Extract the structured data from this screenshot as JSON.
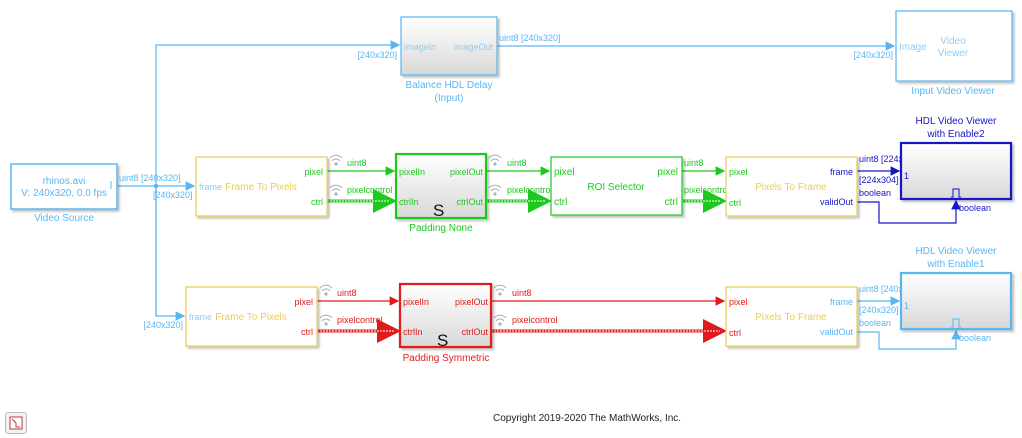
{
  "colors": {
    "blue": "#59b6f3",
    "green": "#1ec81e",
    "yellow": "#e9cc55",
    "red": "#e11b1b",
    "navy": "#1515c8"
  },
  "video_source": {
    "line1": "rhinos.avi",
    "line2": "V: 240x320, 0.0 fps",
    "label": "Video Source",
    "out_label": "uint8 [240x320]",
    "dim": "[240x320]"
  },
  "balance": {
    "in": "imageIn",
    "out": "imageOut",
    "label1": "Balance HDL Delay",
    "label2": "(Input)",
    "in_dim": "[240x320]",
    "out_label": "uint8 [240x320]"
  },
  "input_viewer": {
    "port": "Image",
    "line1": "Video",
    "line2": "Viewer",
    "label": "Input Video Viewer",
    "dim": "[240x320]"
  },
  "row1": {
    "f2p": {
      "title": "Frame To Pixels",
      "in": "frame",
      "out1": "pixel",
      "out2": "ctrl"
    },
    "sig1": "uint8",
    "sig2": "pixelcontrol",
    "padding": {
      "in1": "pixelIn",
      "in2": "ctrlIn",
      "out1": "pixelOut",
      "out2": "ctrlOut",
      "label": "Padding None",
      "badge": "S"
    },
    "roi": {
      "title": "ROI Selector",
      "in1": "pixel",
      "in2": "ctrl",
      "out1": "pixel",
      "out2": "ctrl"
    },
    "sig3": "uint8",
    "sig4": "pixelcontrol",
    "sig4_visible": "pixelcontro",
    "p2f": {
      "title": "Pixels To Frame",
      "in1": "pixel",
      "in2": "ctrl",
      "out1": "frame",
      "out2": "validOut"
    },
    "frame_sig": "uint8 [224x",
    "frame_dim": "[224x304]",
    "bool1": "boolean",
    "bool2": "boolean",
    "viewer": {
      "label1": "HDL Video Viewer",
      "label2": "with Enable2",
      "port": "1"
    }
  },
  "row2": {
    "f2p": {
      "title": "Frame To Pixels",
      "in": "frame",
      "out1": "pixel",
      "out2": "ctrl",
      "in_dim": "[240x320]"
    },
    "sig1": "uint8",
    "sig2": "pixelcontrol",
    "padding": {
      "in1": "pixelIn",
      "in2": "ctrlIn",
      "out1": "pixelOut",
      "out2": "ctrlOut",
      "label": "Padding Symmetric",
      "badge": "S"
    },
    "sig3": "uint8",
    "sig4": "pixelcontrol",
    "p2f": {
      "title": "Pixels To Frame",
      "in1": "pixel",
      "in2": "ctrl",
      "out1": "frame",
      "out2": "validOut"
    },
    "frame_sig": "uint8 [240x",
    "frame_dim": "[240x320]",
    "bool1": "boolean",
    "bool2": "boolean",
    "viewer": {
      "label1": "HDL Video Viewer",
      "label2": "with Enable1",
      "port": "1"
    }
  },
  "footer": {
    "copyright": "Copyright 2019-2020 The MathWorks, Inc."
  }
}
